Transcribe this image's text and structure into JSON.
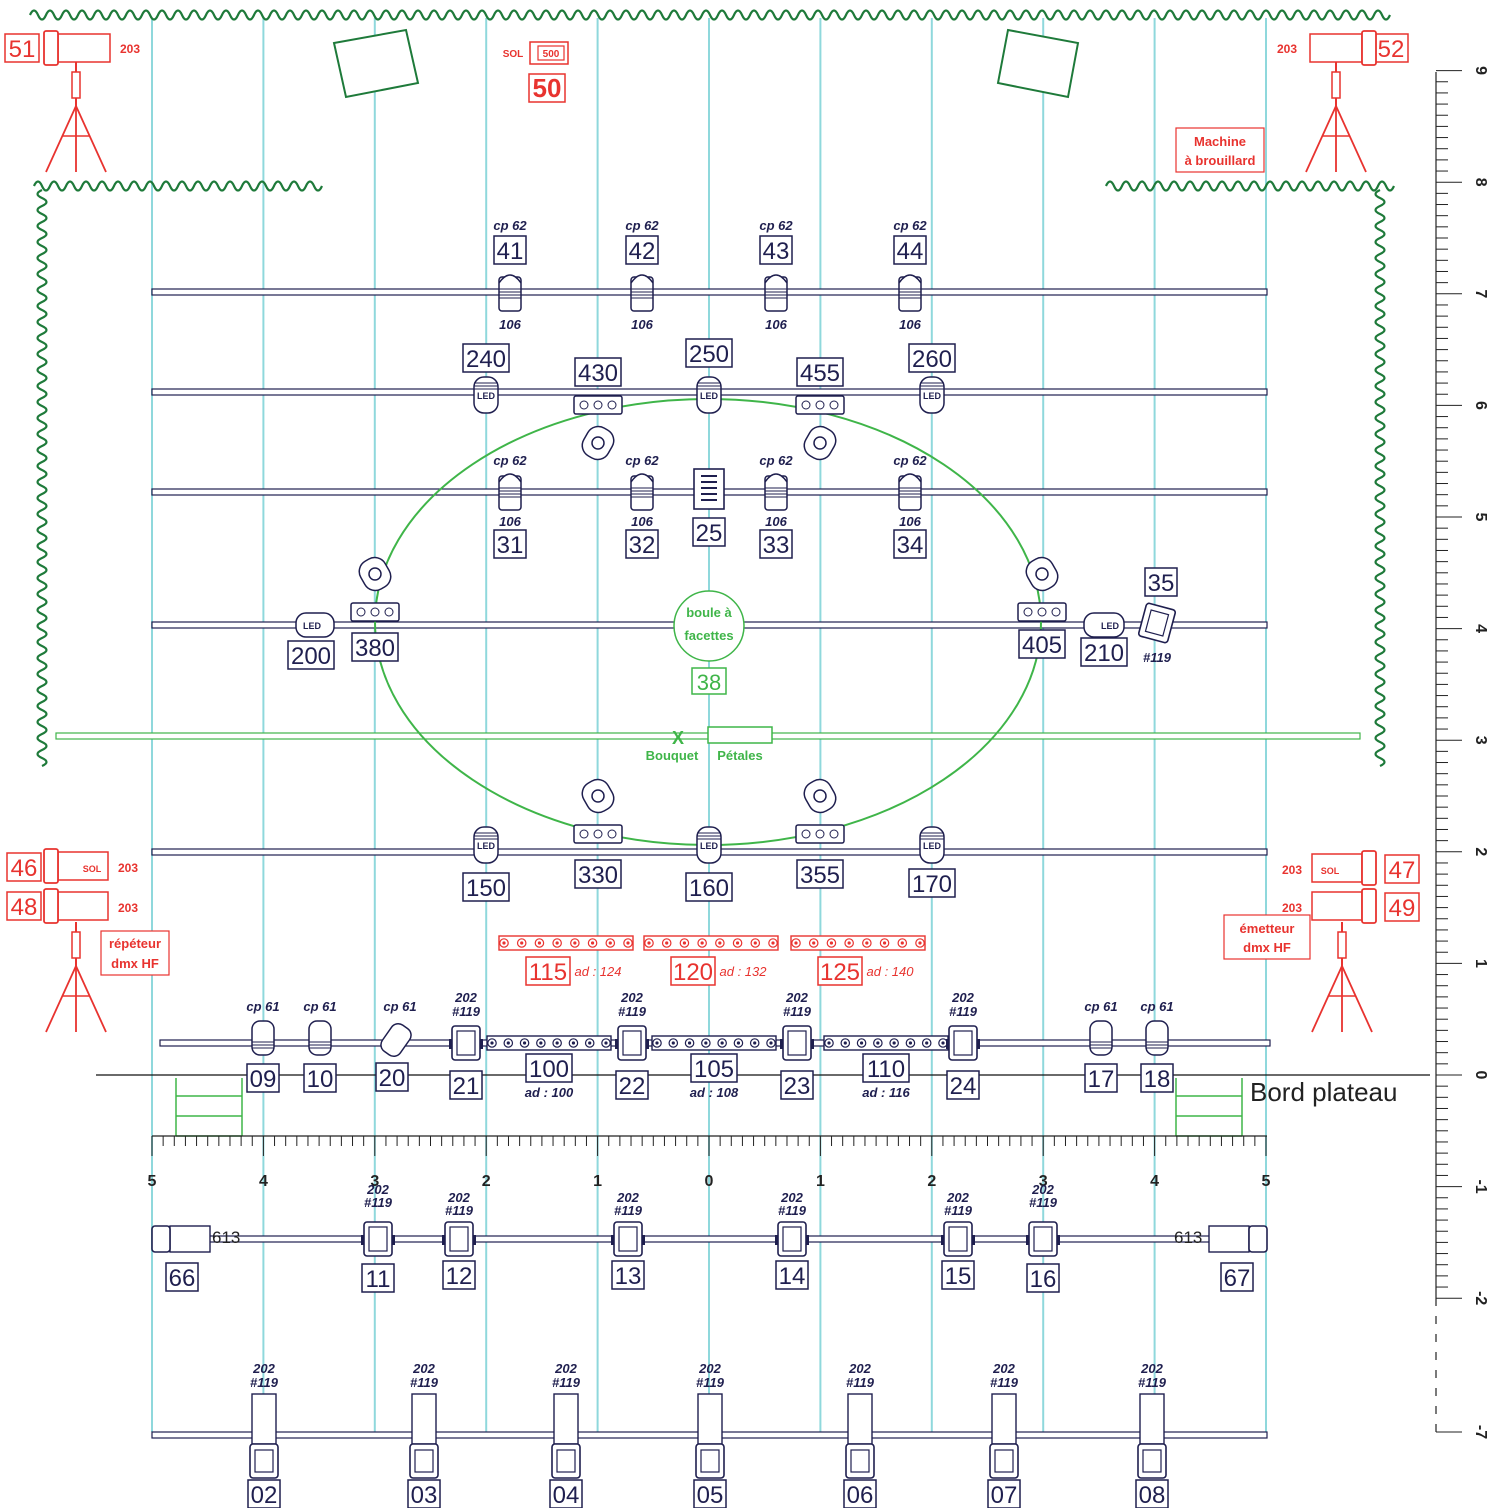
{
  "ruler_right": [
    {
      "label": "9",
      "v": 9
    },
    {
      "label": "8",
      "v": 8
    },
    {
      "label": "7",
      "v": 7
    },
    {
      "label": "6",
      "v": 6
    },
    {
      "label": "5",
      "v": 5
    },
    {
      "label": "4",
      "v": 4
    },
    {
      "label": "3",
      "v": 3
    },
    {
      "label": "2",
      "v": 2
    },
    {
      "label": "1",
      "v": 1
    },
    {
      "label": "0",
      "v": 0
    },
    {
      "label": "-1",
      "v": -1
    },
    {
      "label": "-2",
      "v": -2
    },
    {
      "label": "-7",
      "v": -7
    }
  ],
  "ruler_bottom": [
    {
      "label": "5",
      "v": -5
    },
    {
      "label": "4",
      "v": -4
    },
    {
      "label": "3",
      "v": -3
    },
    {
      "label": "2",
      "v": -2
    },
    {
      "label": "1",
      "v": -1
    },
    {
      "label": "0",
      "v": 0
    },
    {
      "label": "1",
      "v": 1
    },
    {
      "label": "2",
      "v": 2
    },
    {
      "label": "3",
      "v": 3
    },
    {
      "label": "4",
      "v": 4
    },
    {
      "label": "5",
      "v": 5
    }
  ],
  "labels": {
    "bord_plateau": "Bord plateau",
    "boule": [
      "boule à",
      "facettes"
    ],
    "boule_num": "38",
    "bouquet_mark": "X",
    "bouquet": "Bouquet",
    "petales": "Pétales",
    "machine": [
      "Machine",
      "à brouillard"
    ],
    "repeteur": [
      "répéteur",
      "dmx HF"
    ],
    "emetteur": [
      "émetteur",
      "dmx HF"
    ],
    "gel_613": "613"
  },
  "red_fixtures": [
    {
      "id": "51",
      "gel": "203"
    },
    {
      "id": "52",
      "gel": "203"
    },
    {
      "id": "50",
      "tag": "SOL",
      "pw": "500"
    },
    {
      "id": "46",
      "tag": "SOL",
      "gel": "203"
    },
    {
      "id": "48",
      "gel": "203"
    },
    {
      "id": "47",
      "tag": "SOL",
      "gel": "203"
    },
    {
      "id": "49",
      "gel": "203"
    }
  ],
  "strips_red": [
    {
      "id": "115",
      "ad": "ad : 124"
    },
    {
      "id": "120",
      "ad": "ad : 132"
    },
    {
      "id": "125",
      "ad": "ad : 140"
    }
  ],
  "strips_front": [
    {
      "id": "100",
      "ad": "ad : 100"
    },
    {
      "id": "105",
      "ad": "ad : 108"
    },
    {
      "id": "110",
      "ad": "ad : 116"
    }
  ],
  "bar7": [
    {
      "id": "41",
      "top": "cp 62",
      "bot": "106"
    },
    {
      "id": "42",
      "top": "cp 62",
      "bot": "106"
    },
    {
      "id": "43",
      "top": "cp 62",
      "bot": "106"
    },
    {
      "id": "44",
      "top": "cp 62",
      "bot": "106"
    }
  ],
  "bar5": [
    {
      "id": "31",
      "top": "cp 62",
      "bot": "106"
    },
    {
      "id": "32",
      "top": "cp 62",
      "bot": "106"
    },
    {
      "id": "25"
    },
    {
      "id": "33",
      "top": "cp 62",
      "bot": "106"
    },
    {
      "id": "34",
      "top": "cp 62",
      "bot": "106"
    }
  ],
  "bar6_led": [
    {
      "id": "240"
    },
    {
      "id": "250"
    },
    {
      "id": "260"
    }
  ],
  "movers": [
    {
      "id": "430"
    },
    {
      "id": "455"
    },
    {
      "id": "380"
    },
    {
      "id": "405"
    },
    {
      "id": "330"
    },
    {
      "id": "355"
    }
  ],
  "bar4": [
    {
      "id": "200",
      "tag": "LED"
    },
    {
      "id": "210",
      "tag": "LED"
    },
    {
      "id": "35",
      "gel": "#119"
    }
  ],
  "bar2_led": [
    {
      "id": "150"
    },
    {
      "id": "160"
    },
    {
      "id": "170"
    }
  ],
  "led_tag": "LED",
  "front": [
    {
      "id": "09",
      "top": "cp 61"
    },
    {
      "id": "10",
      "top": "cp 61"
    },
    {
      "id": "20",
      "top": "cp 61"
    },
    {
      "id": "21",
      "top": "202",
      "gel": "#119"
    },
    {
      "id": "22",
      "top": "202",
      "gel": "#119"
    },
    {
      "id": "23",
      "top": "202",
      "gel": "#119"
    },
    {
      "id": "24",
      "top": "202",
      "gel": "#119"
    },
    {
      "id": "17",
      "top": "cp 61"
    },
    {
      "id": "18",
      "top": "cp 61"
    }
  ],
  "fos1": [
    {
      "id": "66"
    },
    {
      "id": "11",
      "top": "202",
      "gel": "#119"
    },
    {
      "id": "12",
      "top": "202",
      "gel": "#119"
    },
    {
      "id": "13",
      "top": "202",
      "gel": "#119"
    },
    {
      "id": "14",
      "top": "202",
      "gel": "#119"
    },
    {
      "id": "15",
      "top": "202",
      "gel": "#119"
    },
    {
      "id": "16",
      "top": "202",
      "gel": "#119"
    },
    {
      "id": "67"
    }
  ],
  "fos2": [
    {
      "id": "02",
      "top": "202",
      "gel": "#119"
    },
    {
      "id": "03",
      "top": "202",
      "gel": "#119"
    },
    {
      "id": "04",
      "top": "202",
      "gel": "#119"
    },
    {
      "id": "05",
      "top": "202",
      "gel": "#119"
    },
    {
      "id": "06",
      "top": "202",
      "gel": "#119"
    },
    {
      "id": "07",
      "top": "202",
      "gel": "#119"
    },
    {
      "id": "08",
      "top": "202",
      "gel": "#119"
    }
  ]
}
